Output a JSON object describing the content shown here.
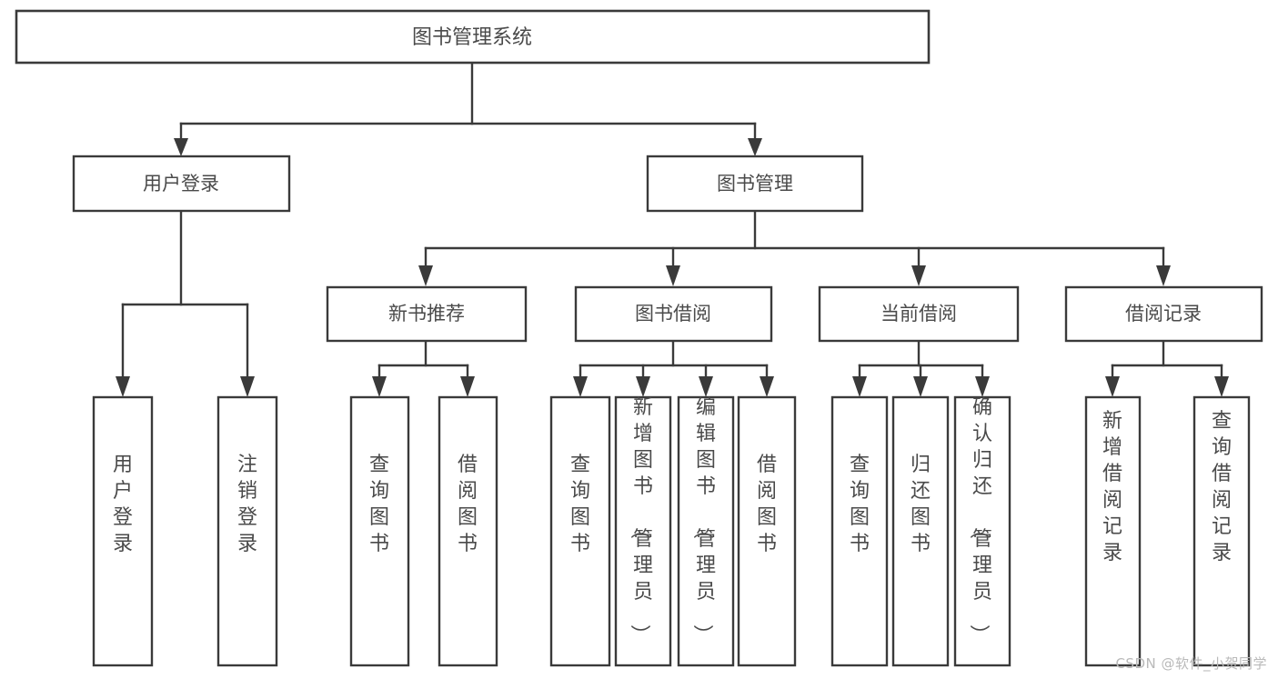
{
  "diagram": {
    "kind": "tree-structure-chart",
    "watermark": "CSDN @软件_小贺同学",
    "colors": {
      "background": "#ffffff",
      "box_stroke": "#3a3a3a",
      "box_fill": "#ffffff",
      "text": "#4a4a4a",
      "watermark": "#b9b9b9"
    },
    "root": {
      "id": "root",
      "label": "图书管理系统"
    },
    "level2": [
      {
        "id": "user-login",
        "label": "用户登录"
      },
      {
        "id": "book-management",
        "label": "图书管理"
      }
    ],
    "level3": [
      {
        "id": "new-book-recommend",
        "label": "新书推荐",
        "parent": "book-management"
      },
      {
        "id": "book-borrow",
        "label": "图书借阅",
        "parent": "book-management"
      },
      {
        "id": "current-borrow",
        "label": "当前借阅",
        "parent": "book-management"
      },
      {
        "id": "borrow-record",
        "label": "借阅记录",
        "parent": "book-management"
      }
    ],
    "leaves": {
      "user-login": [
        {
          "id": "leaf-user-login",
          "label": "用户登录"
        },
        {
          "id": "leaf-logout",
          "label": "注销登录"
        }
      ],
      "new-book-recommend": [
        {
          "id": "leaf-query-book-1",
          "label": "查询图书"
        },
        {
          "id": "leaf-borrow-book-1",
          "label": "借阅图书"
        }
      ],
      "book-borrow": [
        {
          "id": "leaf-query-book-2",
          "label": "查询图书"
        },
        {
          "id": "leaf-add-book",
          "label": "新增图书（管理员）"
        },
        {
          "id": "leaf-edit-book",
          "label": "编辑图书（管理员）"
        },
        {
          "id": "leaf-borrow-book-2",
          "label": "借阅图书"
        }
      ],
      "current-borrow": [
        {
          "id": "leaf-query-book-3",
          "label": "查询图书"
        },
        {
          "id": "leaf-return-book",
          "label": "归还图书"
        },
        {
          "id": "leaf-confirm-return",
          "label": "确认归还（管理员）"
        }
      ],
      "borrow-record": [
        {
          "id": "leaf-add-record",
          "label": "新增借阅记录"
        },
        {
          "id": "leaf-query-record",
          "label": "查询借阅记录"
        }
      ]
    }
  }
}
